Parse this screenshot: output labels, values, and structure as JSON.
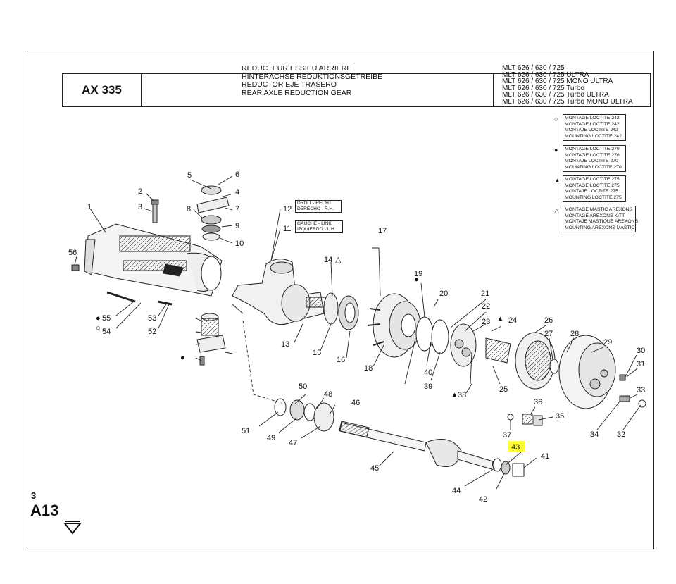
{
  "header": {
    "code": "AX 335",
    "titles": [
      "REDUCTEUR ESSIEU ARRIERE",
      "HINTERACHSE REDUKTIONSGETREIBE",
      "REDUCTOR EJE TRASERO",
      "REAR AXLE REDUCTION GEAR"
    ],
    "models": [
      "MLT 626 / 630 / 725",
      "MLT 626 / 630 / 725 ULTRA",
      "MLT 626 / 630 / 725 MONO ULTRA",
      "MLT 626 / 630 / 725 Turbo",
      "MLT 626 / 630 / 725 Turbo ULTRA",
      "MLT 626 / 630 / 725 Turbo MONO ULTRA"
    ]
  },
  "legend": [
    {
      "mark": "○",
      "icon": "open-circle-icon",
      "lines": [
        "MONTAGE LOCTITE 242",
        "MONTAGE LOCTITE 242",
        "MONTAJE LOCTITE 242",
        "MOUNTING LOCTITE 242"
      ]
    },
    {
      "mark": "●",
      "icon": "filled-circle-icon",
      "lines": [
        "MONTAGE LOCTITE 270",
        "MONTAGE LOCTITE 270",
        "MONTAJE LOCTITE 270",
        "MOUNTING LOCTITE 270"
      ]
    },
    {
      "mark": "▲",
      "icon": "filled-triangle-icon",
      "lines": [
        "MONTAGE LOCTITE 275",
        "MONTAGE LOCTITE 275",
        "MONTAJE LOCTITE 275",
        "MOUNTING LOCTITE 275"
      ]
    },
    {
      "mark": "△",
      "icon": "open-triangle-icon",
      "lines": [
        "MONTAGE MASTIC AREXONS",
        "MONTAGE AREXONS KITT",
        "MONTAJE MASTIQUE AREXONS",
        "MOUNTING AREXONS MASTIC"
      ]
    }
  ],
  "side_labels": [
    {
      "num": "12",
      "lines": [
        "DROIT - RECHT",
        "DERECHO - R.H."
      ]
    },
    {
      "num": "11",
      "lines": [
        "GAUCHE - LINK",
        "IZQUIERDO - L.H."
      ]
    }
  ],
  "callouts": [
    "1",
    "2",
    "3",
    "4",
    "5",
    "6",
    "7",
    "8",
    "9",
    "10",
    "13",
    "14",
    "15",
    "16",
    "17",
    "18",
    "19",
    "20",
    "21",
    "22",
    "23",
    "24",
    "25",
    "26",
    "27",
    "28",
    "29",
    "30",
    "31",
    "32",
    "33",
    "34",
    "35",
    "36",
    "37",
    "38",
    "39",
    "40",
    "41",
    "42",
    "43",
    "44",
    "45",
    "46",
    "47",
    "48",
    "49",
    "50",
    "51",
    "52",
    "53",
    "54",
    "55",
    "56"
  ],
  "highlighted_callout": "43",
  "highlight_color": "#ffff33",
  "page": {
    "section": "3",
    "code": "A13"
  }
}
